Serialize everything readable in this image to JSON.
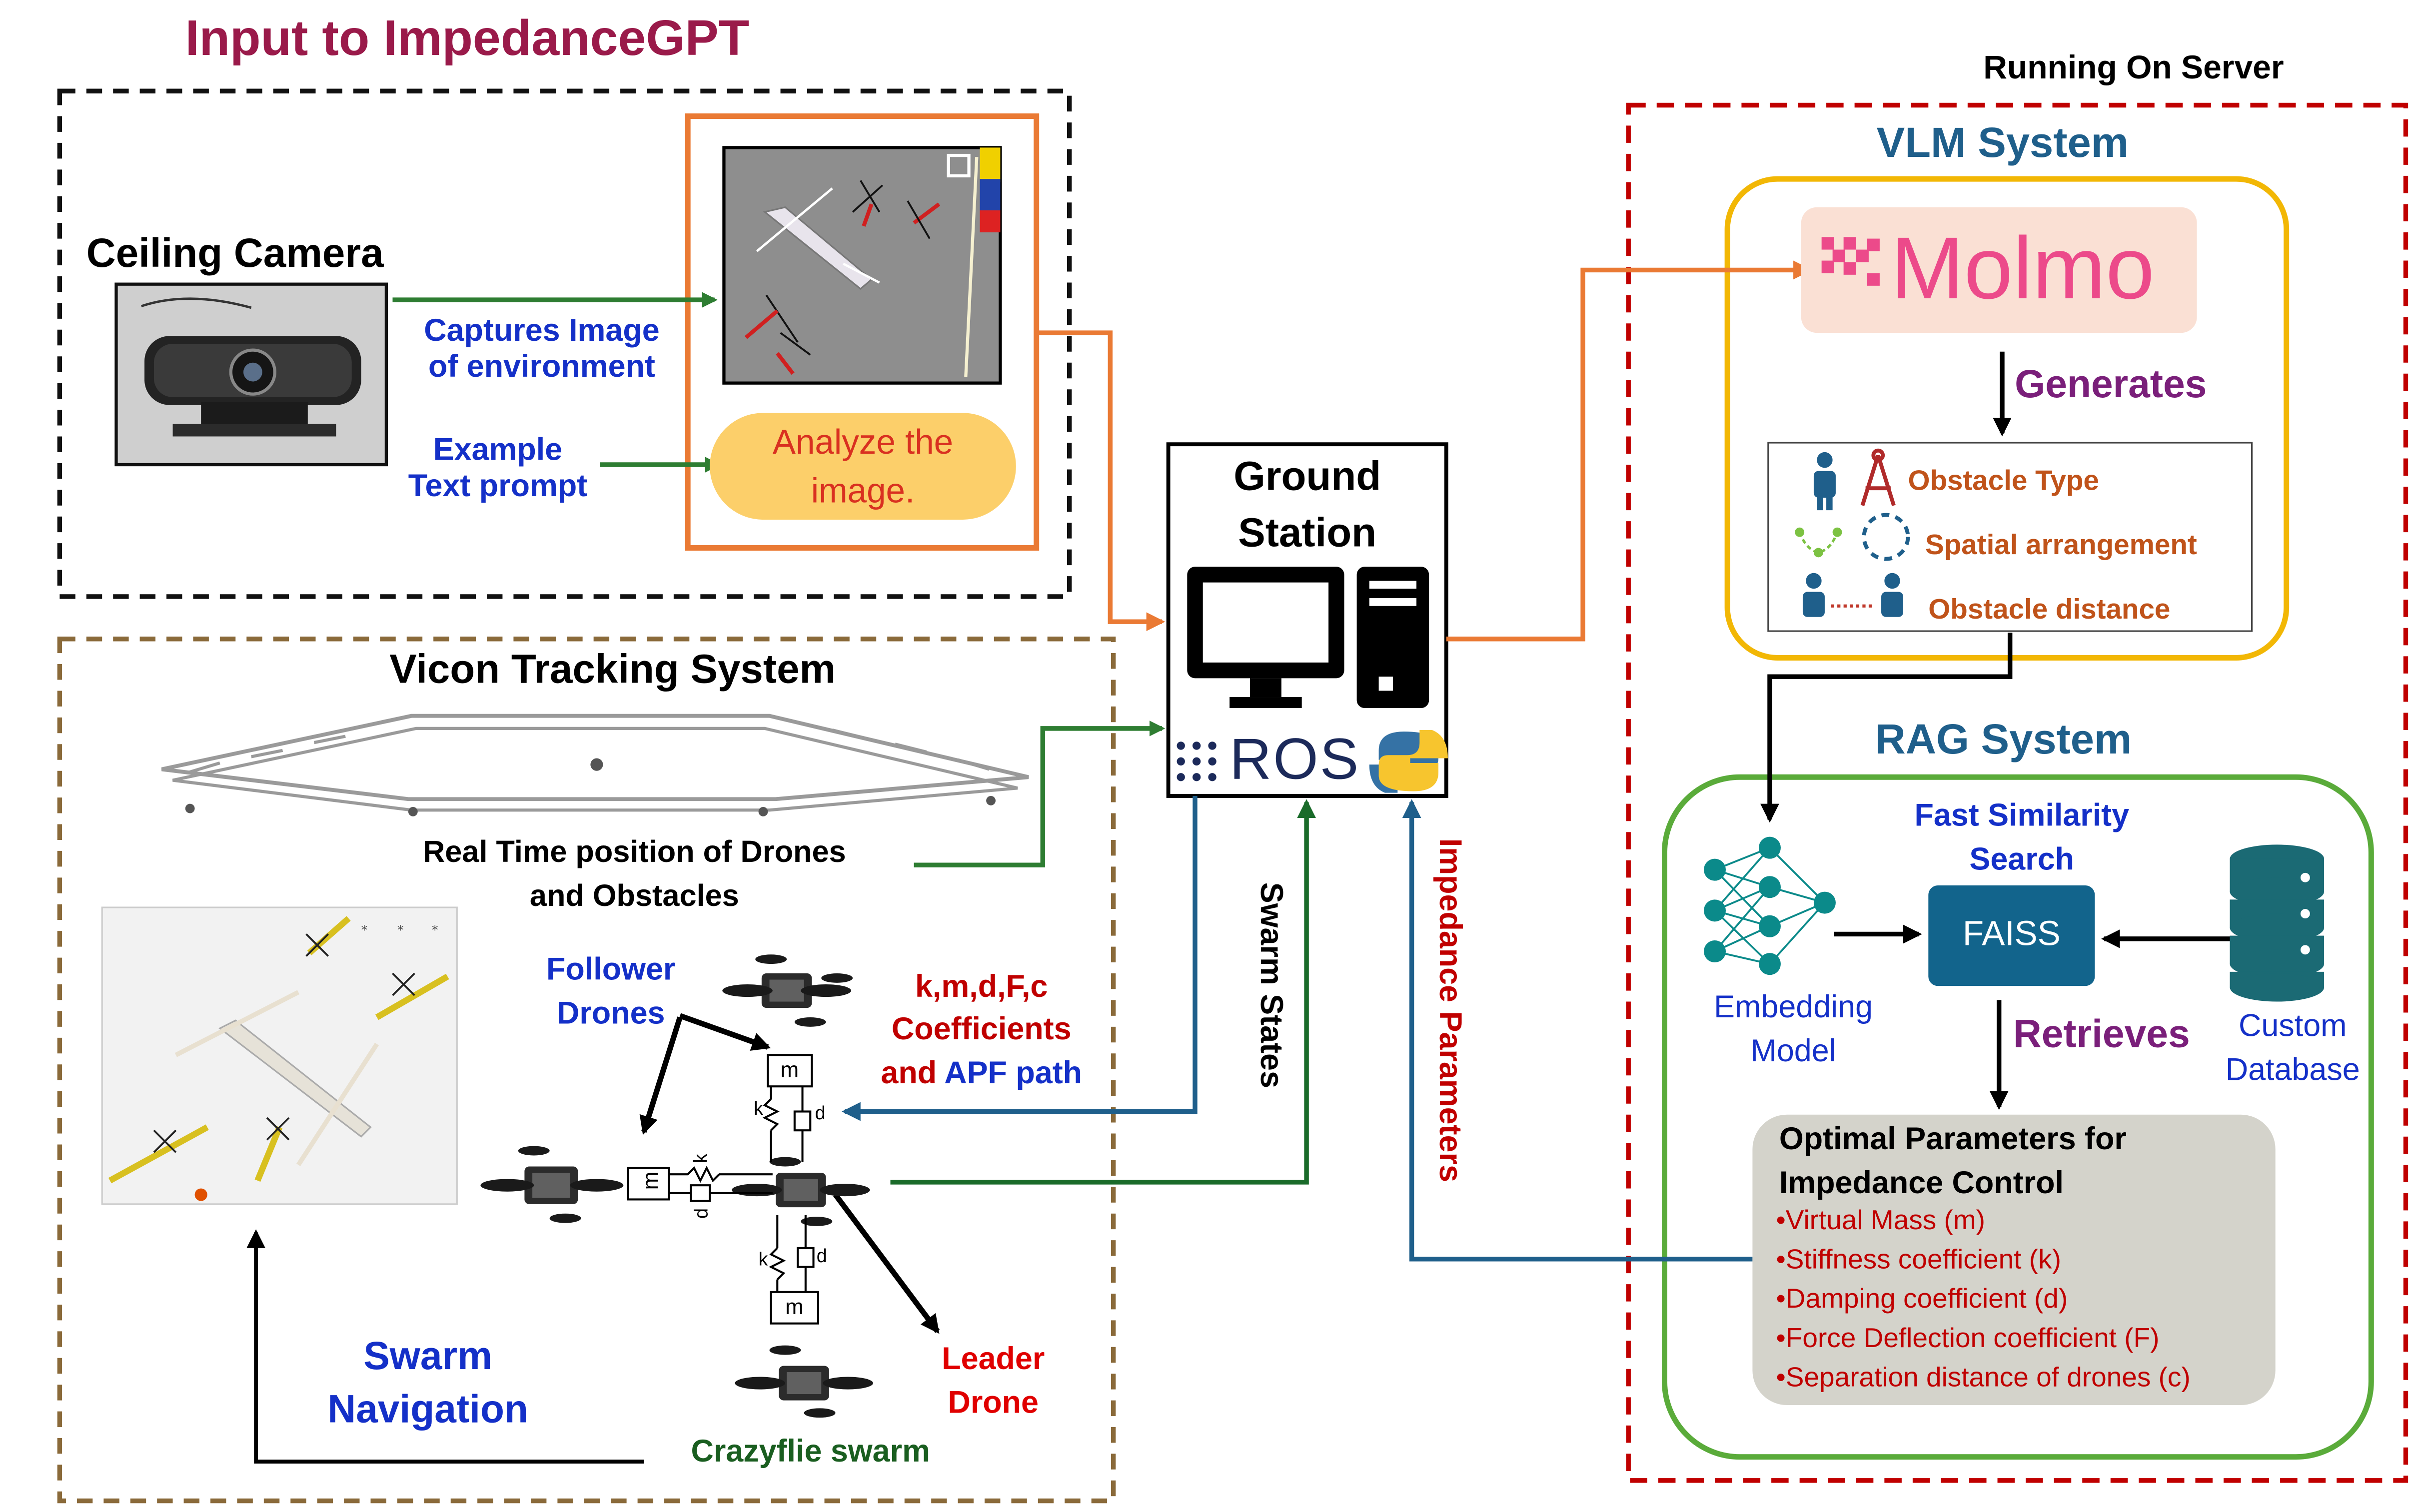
{
  "title": "Input to ImpedanceGPT",
  "server_label": "Running On Server",
  "input": {
    "camera_label": "Ceiling Camera",
    "captures_text": "Captures Image\nof environment",
    "example_text": "Example\nText prompt",
    "prompt": "Analyze the\nimage."
  },
  "ground_station": {
    "title": "Ground\nStation",
    "ros_label": "ROS"
  },
  "vicon": {
    "title": "Vicon Tracking System",
    "realtime_text": "Real Time position of Drones\nand Obstacles",
    "follower_label": "Follower\nDrones",
    "coeff_line1": "k,m,d,F,c",
    "coeff_line2": "Coefficients",
    "coeff_line3_prefix": "and ",
    "coeff_line3_highlight": "APF path",
    "leader_label": "Leader\nDrone",
    "swarm_nav_label": "Swarm\nNavigation",
    "crazyflie_label": "Crazyflie swarm",
    "mass_symbol": "m",
    "k_symbol": "k",
    "d_symbol": "d"
  },
  "swarm_states_label": "Swarm States",
  "impedance_params_label": "Impedance Parameters",
  "vlm": {
    "title": "VLM System",
    "molmo_label": "Molmo",
    "generates_label": "Generates",
    "items": [
      "Obstacle Type",
      "Spatial arrangement",
      "Obstacle distance"
    ]
  },
  "rag": {
    "title": "RAG System",
    "search_label": "Fast Similarity\nSearch",
    "faiss_label": "FAISS",
    "embedding_label": "Embedding\nModel",
    "database_label": "Custom\nDatabase",
    "retrieves_label": "Retrieves",
    "params_title": "Optimal Parameters for\nImpedance Control",
    "params": [
      "•Virtual Mass (m)",
      "•Stiffness coefficient (k)",
      "•Damping coefficient (d)",
      "•Force Deflection coefficient (F)",
      "•Separation distance of drones (c)"
    ]
  },
  "colors": {
    "title": "#9a1a4a",
    "orange": "#ea7a34",
    "green": "#2e7d32",
    "teal": "#1f5f8b",
    "vlm_border": "#f2b705",
    "rag_border": "#5aab3a",
    "server_border": "#c00000",
    "molmo_pink": "#ec4a8a",
    "faiss_bg": "#12648c"
  }
}
